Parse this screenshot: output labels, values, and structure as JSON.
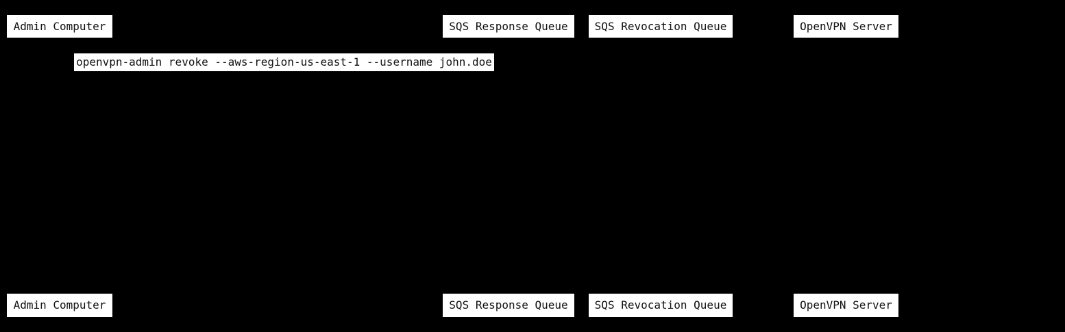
{
  "diagram": {
    "type": "sequence-diagram",
    "colors": {
      "background": "#000000",
      "box_fill": "#ffffff",
      "box_text": "#111111"
    },
    "participants": [
      {
        "label": "Admin Computer"
      },
      {
        "label": "SQS Response Queue"
      },
      {
        "label": "SQS Revocation Queue"
      },
      {
        "label": "OpenVPN Server"
      }
    ],
    "messages": [
      {
        "label": "openvpn-admin revoke --aws-region-us-east-1 --username john.doe"
      }
    ]
  }
}
